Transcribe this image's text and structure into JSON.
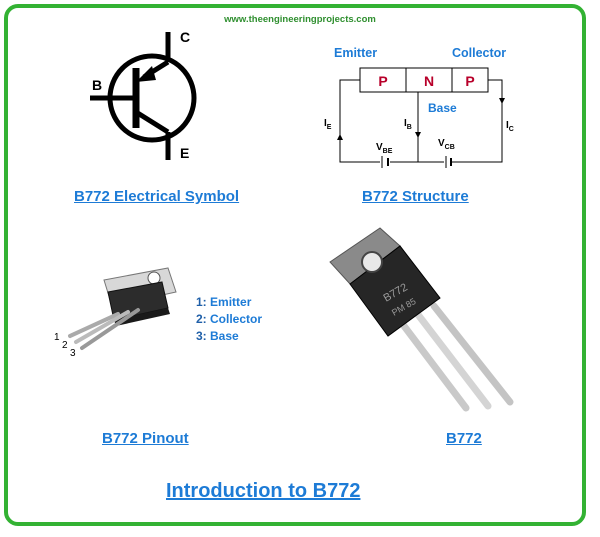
{
  "site_url": "www.theengineeringprojects.com",
  "symbol": {
    "pin_c": "C",
    "pin_b": "B",
    "pin_e": "E",
    "caption": "B772 Electrical Symbol"
  },
  "structure": {
    "emitter": "Emitter",
    "collector": "Collector",
    "base": "Base",
    "layers": [
      "P",
      "N",
      "P"
    ],
    "ie": "I",
    "ie_sub": "E",
    "ib": "I",
    "ib_sub": "B",
    "ic": "I",
    "ic_sub": "C",
    "vbe": "V",
    "vbe_sub": "BE",
    "vcb": "V",
    "vcb_sub": "CB",
    "caption": "B772 Structure"
  },
  "pinout": {
    "pins": [
      {
        "num": "1:",
        "name": "Emitter"
      },
      {
        "num": "2:",
        "name": "Collector"
      },
      {
        "num": "3:",
        "name": "Base"
      }
    ],
    "leg_numbers": [
      "1",
      "2",
      "3"
    ],
    "caption": "B772 Pinout"
  },
  "photo": {
    "marking_line1": "B772",
    "marking_line2": "PM 85",
    "caption": "B772"
  },
  "title": "Introduction to B772",
  "colors": {
    "border": "#33b233",
    "blue": "#1d7bd6",
    "dark_blue": "#1f5fa8",
    "red": "#b8002a",
    "green_url": "#2f8f2f"
  }
}
